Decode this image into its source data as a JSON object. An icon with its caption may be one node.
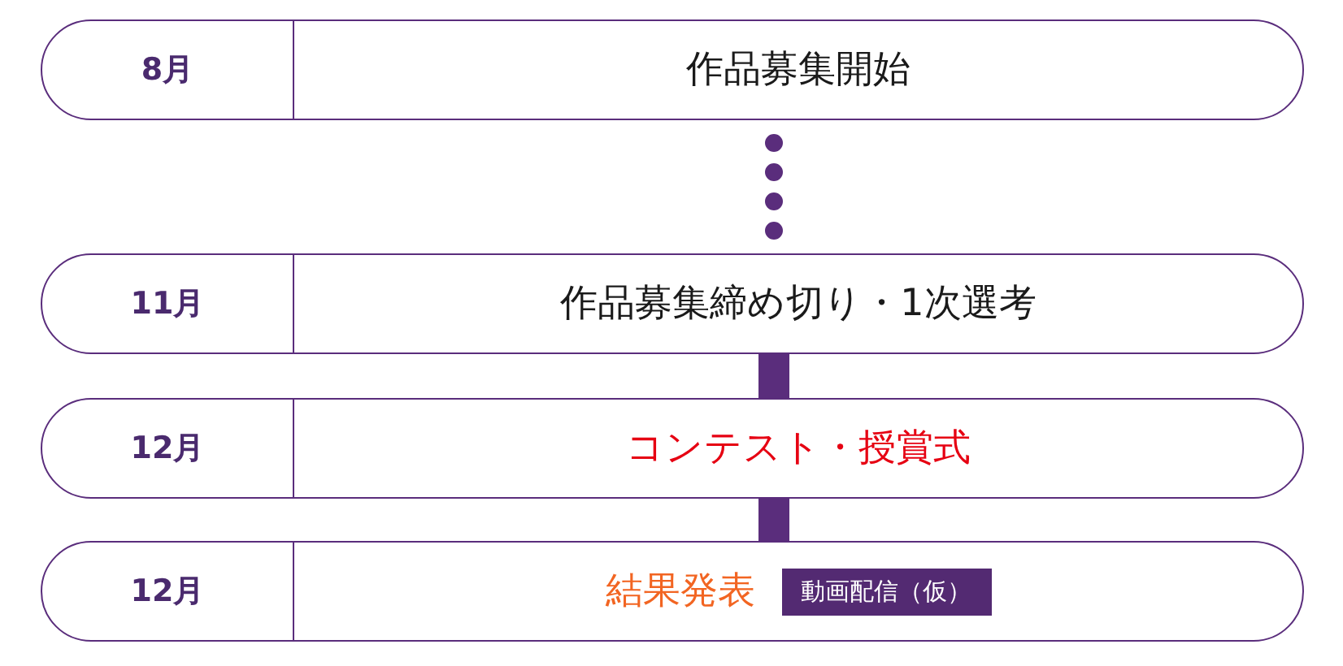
{
  "diagram": {
    "nodes": [
      {
        "text": [
          "8月",
          "作品募集開始"
        ]
      },
      {
        "text": [
          "11月",
          "作品募集締め切り・1次選考"
        ]
      },
      {
        "text": [
          "12月",
          "コンテスト・授賞式"
        ]
      },
      {
        "text": [
          "12月",
          "結果発表"
        ]
      },
      {
        "text": [
          "動画配信（仮）"
        ],
        "in": 3
      }
    ],
    "edges": [
      {
        "from": 0,
        "to": 1,
        "arrow": "none",
        "style": "dashed"
      },
      {
        "from": 1,
        "to": 2,
        "arrow": "none"
      },
      {
        "from": 2,
        "to": 3,
        "arrow": "none"
      }
    ]
  }
}
